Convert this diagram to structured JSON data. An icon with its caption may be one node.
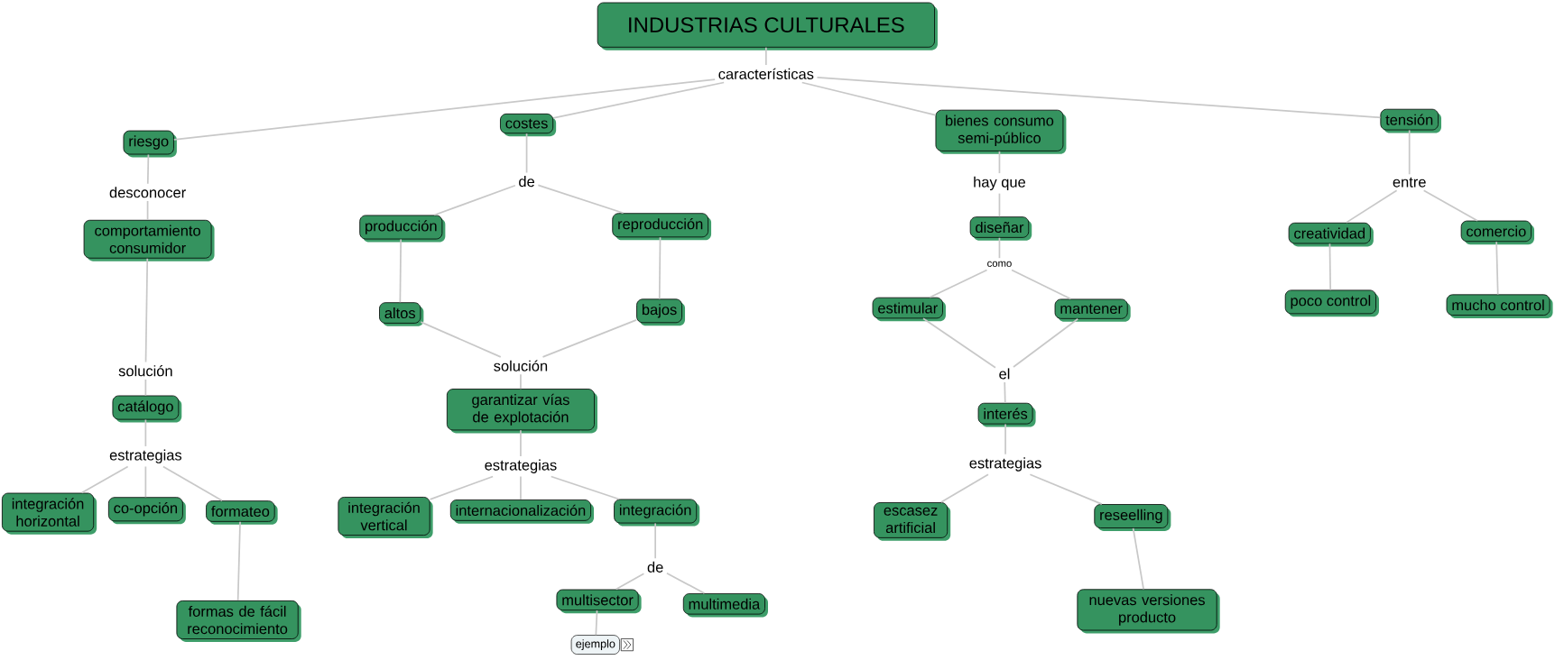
{
  "diagram": {
    "nodes": [
      {
        "text": [
          "INDUSTRIAS CULTURALES"
        ]
      },
      {
        "text": [
          "características"
        ]
      },
      {
        "text": [
          "riesgo"
        ]
      },
      {
        "text": [
          "costes"
        ]
      },
      {
        "text": [
          "bienes consumo semi-público"
        ]
      },
      {
        "text": [
          "tensión"
        ]
      },
      {
        "text": [
          "desconocer"
        ]
      },
      {
        "text": [
          "comportamiento consumidor"
        ]
      },
      {
        "text": [
          "solución"
        ]
      },
      {
        "text": [
          "catálogo"
        ]
      },
      {
        "text": [
          "estrategias"
        ]
      },
      {
        "text": [
          "integración horizontal"
        ]
      },
      {
        "text": [
          "co-opción"
        ]
      },
      {
        "text": [
          "formateo"
        ]
      },
      {
        "text": [
          "formas de fácil reconocimiento"
        ]
      },
      {
        "text": [
          "de"
        ]
      },
      {
        "text": [
          "producción"
        ]
      },
      {
        "text": [
          "reproducción"
        ]
      },
      {
        "text": [
          "altos"
        ]
      },
      {
        "text": [
          "bajos"
        ]
      },
      {
        "text": [
          "solución"
        ]
      },
      {
        "text": [
          "garantizar vías de explotación"
        ]
      },
      {
        "text": [
          "estrategias"
        ]
      },
      {
        "text": [
          "integración vertical"
        ]
      },
      {
        "text": [
          "internacionalización"
        ]
      },
      {
        "text": [
          "integración"
        ]
      },
      {
        "text": [
          "de"
        ]
      },
      {
        "text": [
          "multisector"
        ]
      },
      {
        "text": [
          "multimedia"
        ]
      },
      {
        "text": [
          "ejemplo"
        ]
      },
      {
        "text": [
          "hay que"
        ]
      },
      {
        "text": [
          "diseñar"
        ]
      },
      {
        "text": [
          "como"
        ]
      },
      {
        "text": [
          "estimular"
        ]
      },
      {
        "text": [
          "mantener"
        ]
      },
      {
        "text": [
          "el"
        ]
      },
      {
        "text": [
          "interés"
        ]
      },
      {
        "text": [
          "estrategias"
        ]
      },
      {
        "text": [
          "escasez artificial"
        ]
      },
      {
        "text": [
          "reseelling"
        ]
      },
      {
        "text": [
          "nuevas versiones producto"
        ]
      },
      {
        "text": [
          "entre"
        ]
      },
      {
        "text": [
          "creatividad"
        ]
      },
      {
        "text": [
          "comercio"
        ]
      },
      {
        "text": [
          "poco control"
        ]
      },
      {
        "text": [
          "mucho control"
        ]
      }
    ],
    "edges": [
      {
        "from": 0,
        "to": 1,
        "arrow": "none"
      },
      {
        "from": 1,
        "to": 2,
        "arrow": "none"
      },
      {
        "from": 1,
        "to": 3,
        "arrow": "none"
      },
      {
        "from": 1,
        "to": 4,
        "arrow": "none"
      },
      {
        "from": 1,
        "to": 5,
        "arrow": "none"
      },
      {
        "from": 2,
        "to": 6,
        "arrow": "none"
      },
      {
        "from": 6,
        "to": 7,
        "arrow": "none"
      },
      {
        "from": 7,
        "to": 8,
        "arrow": "none"
      },
      {
        "from": 8,
        "to": 9,
        "arrow": "none"
      },
      {
        "from": 9,
        "to": 10,
        "arrow": "none"
      },
      {
        "from": 10,
        "to": 11,
        "arrow": "none"
      },
      {
        "from": 10,
        "to": 12,
        "arrow": "none"
      },
      {
        "from": 10,
        "to": 13,
        "arrow": "none"
      },
      {
        "from": 13,
        "to": 14,
        "arrow": "none"
      },
      {
        "from": 3,
        "to": 15,
        "arrow": "none"
      },
      {
        "from": 15,
        "to": 16,
        "arrow": "none"
      },
      {
        "from": 15,
        "to": 17,
        "arrow": "none"
      },
      {
        "from": 16,
        "to": 18,
        "arrow": "none"
      },
      {
        "from": 17,
        "to": 19,
        "arrow": "none"
      },
      {
        "from": 18,
        "to": 20,
        "arrow": "none"
      },
      {
        "from": 19,
        "to": 20,
        "arrow": "none"
      },
      {
        "from": 20,
        "to": 21,
        "arrow": "none"
      },
      {
        "from": 21,
        "to": 22,
        "arrow": "none"
      },
      {
        "from": 22,
        "to": 23,
        "arrow": "none"
      },
      {
        "from": 22,
        "to": 24,
        "arrow": "none"
      },
      {
        "from": 22,
        "to": 25,
        "arrow": "none"
      },
      {
        "from": 25,
        "to": 26,
        "arrow": "none"
      },
      {
        "from": 26,
        "to": 27,
        "arrow": "none"
      },
      {
        "from": 26,
        "to": 28,
        "arrow": "none"
      },
      {
        "from": 27,
        "to": 29,
        "arrow": "none"
      },
      {
        "from": 4,
        "to": 30,
        "arrow": "none"
      },
      {
        "from": 30,
        "to": 31,
        "arrow": "none"
      },
      {
        "from": 31,
        "to": 32,
        "arrow": "none"
      },
      {
        "from": 32,
        "to": 33,
        "arrow": "none"
      },
      {
        "from": 32,
        "to": 34,
        "arrow": "none"
      },
      {
        "from": 33,
        "to": 35,
        "arrow": "none"
      },
      {
        "from": 34,
        "to": 35,
        "arrow": "none"
      },
      {
        "from": 35,
        "to": 36,
        "arrow": "none"
      },
      {
        "from": 36,
        "to": 37,
        "arrow": "none"
      },
      {
        "from": 37,
        "to": 38,
        "arrow": "none"
      },
      {
        "from": 37,
        "to": 39,
        "arrow": "none"
      },
      {
        "from": 39,
        "to": 40,
        "arrow": "none"
      },
      {
        "from": 5,
        "to": 41,
        "arrow": "none"
      },
      {
        "from": 41,
        "to": 42,
        "arrow": "none"
      },
      {
        "from": 41,
        "to": 43,
        "arrow": "none"
      },
      {
        "from": 42,
        "to": 44,
        "arrow": "none"
      },
      {
        "from": 43,
        "to": 45,
        "arrow": "none"
      }
    ]
  }
}
